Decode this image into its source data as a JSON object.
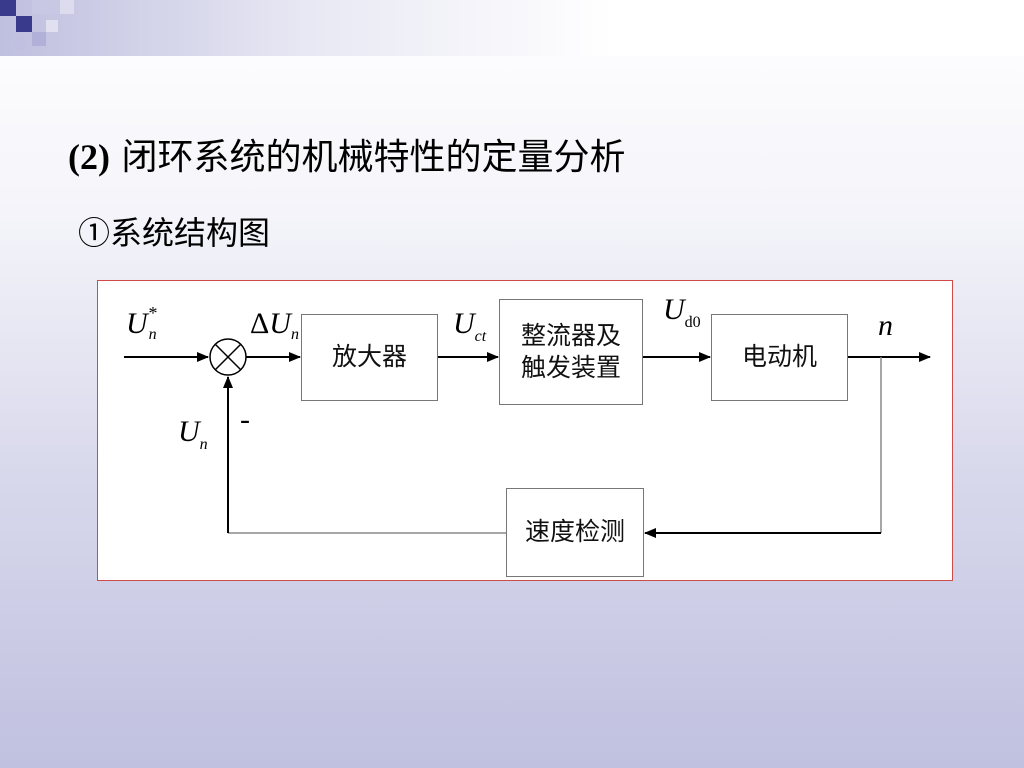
{
  "header": {
    "title_number": "(2)",
    "title_text": "闭环系统的机械特性的定量分析",
    "subtitle": "①系统结构图"
  },
  "diagram": {
    "blocks": {
      "amplifier": "放大器",
      "rectifier_line1": "整流器及",
      "rectifier_line2": "触发装置",
      "motor": "电动机",
      "speed_sensor": "速度检测"
    },
    "signals": {
      "ref_main": "U",
      "ref_sub": "n",
      "ref_sup": "*",
      "err_delta": "Δ",
      "err_main": "U",
      "err_sub": "n",
      "ct_main": "U",
      "ct_sub": "ct",
      "d0_main": "U",
      "d0_sub": "d0",
      "out": "n",
      "fb_main": "U",
      "fb_sub": "n",
      "minus": "-"
    }
  },
  "colors": {
    "diagram_border": "#d04a4a",
    "line": "#000000",
    "feedback_line": "#888888"
  }
}
